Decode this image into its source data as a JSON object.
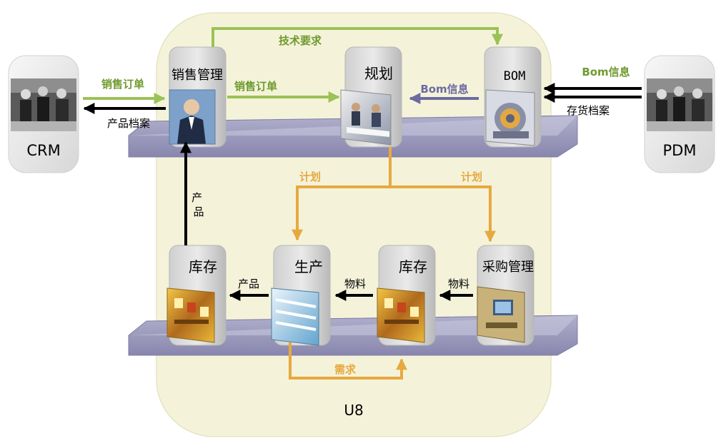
{
  "systems": {
    "crm": "CRM",
    "pdm": "PDM",
    "u8": "U8"
  },
  "modules": {
    "sales": "销售管理",
    "planning": "规划",
    "bom": "BOM",
    "inventory_left": "库存",
    "production": "生产",
    "inventory_right": "库存",
    "purchasing": "采购管理"
  },
  "flows": {
    "tech_requirements": "技术要求",
    "sales_order_in": "销售订单",
    "product_archive": "产品档案",
    "sales_order_internal": "销售订单",
    "bom_info_internal": "Bom信息",
    "bom_info_pdm": "Bom信息",
    "inventory_archive": "存货档案",
    "plan_left": "计划",
    "plan_right": "计划",
    "product_up": "产\n品",
    "product_left": "产品",
    "material_mid": "物料",
    "material_right": "物料",
    "demand": "需求"
  },
  "colors": {
    "green": "#9bc256",
    "green_text": "#6f9a2e",
    "orange": "#e7a93f",
    "purple": "#6d6aa0",
    "black": "#000000",
    "u8_bg": "#f4f3da",
    "shelf": "#9c9bbd"
  }
}
